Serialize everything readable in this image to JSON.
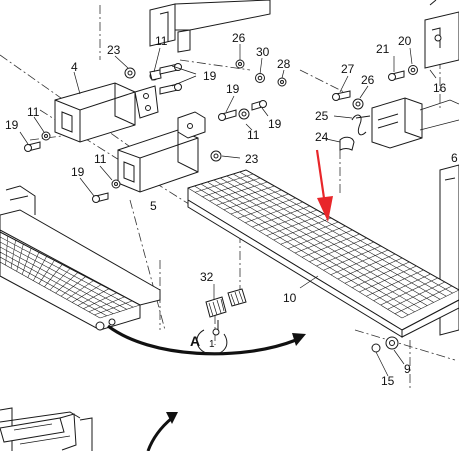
{
  "callouts": [
    {
      "id": "c23a",
      "text": "23"
    },
    {
      "id": "c11a",
      "text": "11"
    },
    {
      "id": "c19a",
      "text": "19"
    },
    {
      "id": "c4",
      "text": "4"
    },
    {
      "id": "c11b",
      "text": "11"
    },
    {
      "id": "c19b",
      "text": "19"
    },
    {
      "id": "c26a",
      "text": "26"
    },
    {
      "id": "c30",
      "text": "30"
    },
    {
      "id": "c28",
      "text": "28"
    },
    {
      "id": "c19c",
      "text": "19"
    },
    {
      "id": "c11c",
      "text": "11"
    },
    {
      "id": "c19d",
      "text": "19"
    },
    {
      "id": "c23b",
      "text": "23"
    },
    {
      "id": "c11d",
      "text": "11"
    },
    {
      "id": "c19e",
      "text": "19"
    },
    {
      "id": "c5",
      "text": "5"
    },
    {
      "id": "c21",
      "text": "21"
    },
    {
      "id": "c20",
      "text": "20"
    },
    {
      "id": "c16",
      "text": "16"
    },
    {
      "id": "c27",
      "text": "27"
    },
    {
      "id": "c26b",
      "text": "26"
    },
    {
      "id": "c25",
      "text": "25"
    },
    {
      "id": "c24",
      "text": "24"
    },
    {
      "id": "c6",
      "text": "6"
    },
    {
      "id": "c32",
      "text": "32"
    },
    {
      "id": "c10",
      "text": "10"
    },
    {
      "id": "c9",
      "text": "9"
    },
    {
      "id": "c15",
      "text": "15"
    }
  ],
  "view_marker": {
    "letter": "A",
    "suffix": "1"
  },
  "colors": {
    "line": "#1a1a1a",
    "highlight_arrow": "#e8262a",
    "background": "#ffffff"
  }
}
